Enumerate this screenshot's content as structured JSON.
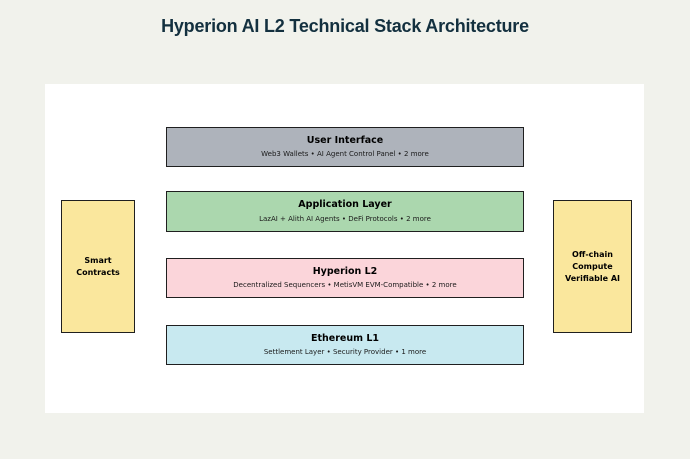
{
  "title": "Hyperion AI L2 Technical Stack Architecture",
  "colors": {
    "page_background": "#f1f2ec",
    "panel_background": "#ffffff",
    "title_text": "#13303f",
    "box_border": "#1f1f1f",
    "layer_fills": [
      "#aeb3bb",
      "#abd7ae",
      "#fbd5da",
      "#c8e9f0"
    ],
    "side_panel_fill": "#fae79d"
  },
  "layers": [
    {
      "name": "User Interface",
      "details": "Web3 Wallets • AI Agent Control Panel • 2 more",
      "fill": "#aeb3bb"
    },
    {
      "name": "Application Layer",
      "details": "LazAI + Alith AI Agents • DeFi Protocols • 2 more",
      "fill": "#abd7ae"
    },
    {
      "name": "Hyperion L2",
      "details": "Decentralized Sequencers • MetisVM EVM-Compatible • 2 more",
      "fill": "#fbd5da"
    },
    {
      "name": "Ethereum L1",
      "details": "Settlement Layer • Security Provider • 1 more",
      "fill": "#c8e9f0"
    }
  ],
  "side_panels": [
    {
      "label": "Smart\nContracts",
      "fill": "#fae79d"
    },
    {
      "label": "Off-chain\nCompute\nVerifiable AI",
      "fill": "#fae79d"
    }
  ]
}
